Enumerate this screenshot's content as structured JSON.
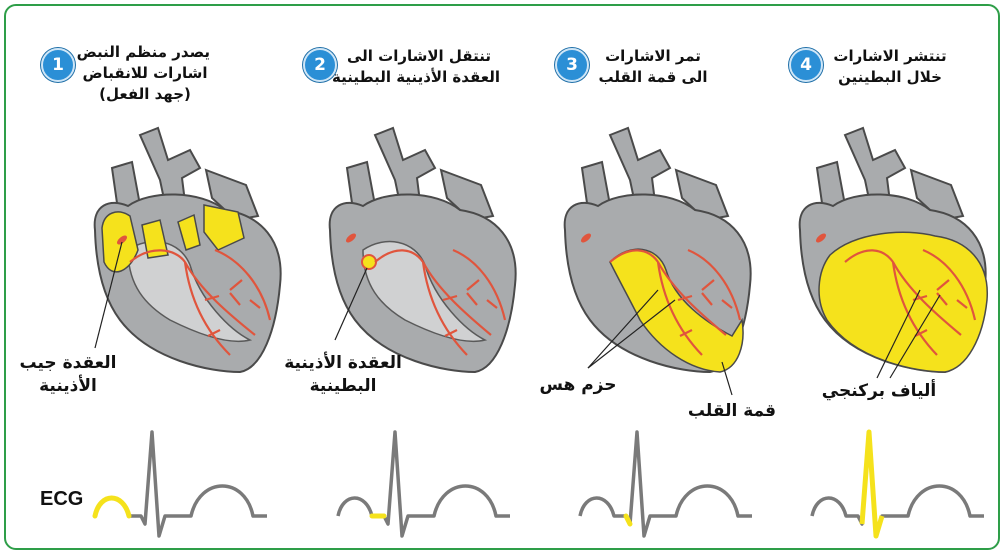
{
  "steps": [
    {
      "number": "1",
      "title_lines": [
        "يصدر منظم النبض",
        "اشارات للانقباض",
        "(جهد الفعل)"
      ]
    },
    {
      "number": "2",
      "title_lines": [
        "تنتقل الاشارات الى",
        "العقدة الأذينية البطينية"
      ]
    },
    {
      "number": "3",
      "title_lines": [
        "تمر الاشارات",
        "الى قمة القلب"
      ]
    },
    {
      "number": "4",
      "title_lines": [
        "تنتشر الاشارات",
        "خلال البطينين"
      ]
    }
  ],
  "labels": {
    "sa_node": [
      "العقدة جيب",
      "الأذينية"
    ],
    "av_node": [
      "العقدة الأذينية",
      "البطينية"
    ],
    "bundle_his": "حزم هس",
    "apex": "قمة القلب",
    "purkinje": "ألياف بركنجي"
  },
  "ecg_label": "ECG",
  "colors": {
    "frame": "#2e9e48",
    "badge": "#2b8fd6",
    "highlight": "#f5e21c",
    "tissue": "#a9abad",
    "nerve": "#e0553d",
    "ecg_line": "#7a7a7a"
  }
}
